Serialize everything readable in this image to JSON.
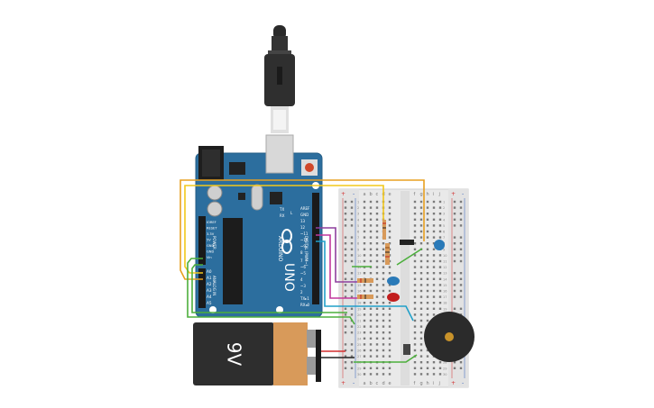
{
  "scene": {
    "battery": {
      "label": "9V"
    },
    "arduino": {
      "brand": "ARDUINO",
      "model": "UNO",
      "power_header": [
        "IOREF",
        "RESET",
        "3.3V",
        "5V",
        "GND",
        "GND",
        "Vin"
      ],
      "power_title": "POWER",
      "analog_header": [
        "A0",
        "A1",
        "A2",
        "A3",
        "A4",
        "A5"
      ],
      "analog_title": "ANALOG IN",
      "digital_top": [
        "AREF",
        "GND",
        "13",
        "12",
        "~11",
        "~10",
        "~9",
        "8"
      ],
      "digital_bottom": [
        "7",
        "~6",
        "~5",
        "4",
        "~3",
        "2",
        "TX▸1",
        "RX◂0"
      ],
      "digital_title": "DIGITAL (PWM~)",
      "tx_label": "TX",
      "rx_label": "RX",
      "l_label": "L"
    },
    "breadboard": {
      "columns_left": [
        "a",
        "b",
        "c",
        "d",
        "e"
      ],
      "columns_right": [
        "f",
        "g",
        "h",
        "i",
        "j"
      ],
      "rows": [
        "1",
        "2",
        "3",
        "4",
        "5",
        "6",
        "7",
        "8",
        "9",
        "10",
        "11",
        "12",
        "13",
        "14",
        "15",
        "16",
        "17",
        "18",
        "19",
        "20",
        "21",
        "22",
        "23",
        "24",
        "25",
        "26",
        "27",
        "28",
        "29",
        "30"
      ],
      "rail_plus": "+",
      "rail_minus": "-"
    },
    "colors": {
      "arduino": "#2c6e9e",
      "wire_orange": "#e8a020",
      "wire_yellow": "#f2c81c",
      "wire_green": "#4caf3c",
      "wire_purple": "#8e3f9e",
      "wire_magenta": "#c2379d",
      "wire_cyan": "#21a0c9",
      "wire_red": "#d32f2f",
      "wire_black": "#222222",
      "led_blue": "#2a7ab8",
      "led_red": "#c21e1e",
      "battery_copper": "#d89a5a",
      "buzzer": "#2b2b2b"
    },
    "icons": [
      "usb-cable-icon",
      "battery-icon",
      "arduino-board-icon",
      "breadboard-icon",
      "buzzer-icon",
      "led-icon",
      "resistor-icon",
      "capacitor-icon",
      "photoresistor-icon",
      "pushbutton-icon"
    ]
  }
}
